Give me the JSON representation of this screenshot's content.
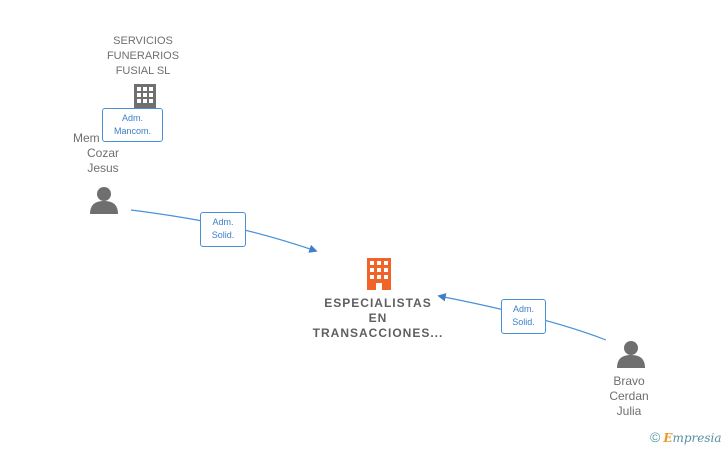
{
  "nodes": {
    "servicios": {
      "lines": [
        "SERVICIOS",
        "FUNERARIOS",
        "FUSIAL SL"
      ]
    },
    "memb": {
      "lines": [
        "Mem",
        "Cozar",
        "Jesus"
      ]
    },
    "especialistas": {
      "lines": [
        "ESPECIALISTAS",
        "EN",
        "TRANSACCIONES..."
      ]
    },
    "bravo": {
      "lines": [
        "Bravo",
        "Cerdan",
        "Julia"
      ]
    }
  },
  "roles": {
    "mancom": [
      "Adm.",
      "Mancom."
    ],
    "solid_left": [
      "Adm.",
      "Solid."
    ],
    "solid_right": [
      "Adm.",
      "Solid."
    ]
  },
  "watermark": {
    "symbol": "©",
    "brand_e": "E",
    "brand_rest": "mpresia"
  },
  "colors": {
    "edge": "#4a90d9",
    "main_company": "#f0642a",
    "person": "#6f6f6f"
  }
}
